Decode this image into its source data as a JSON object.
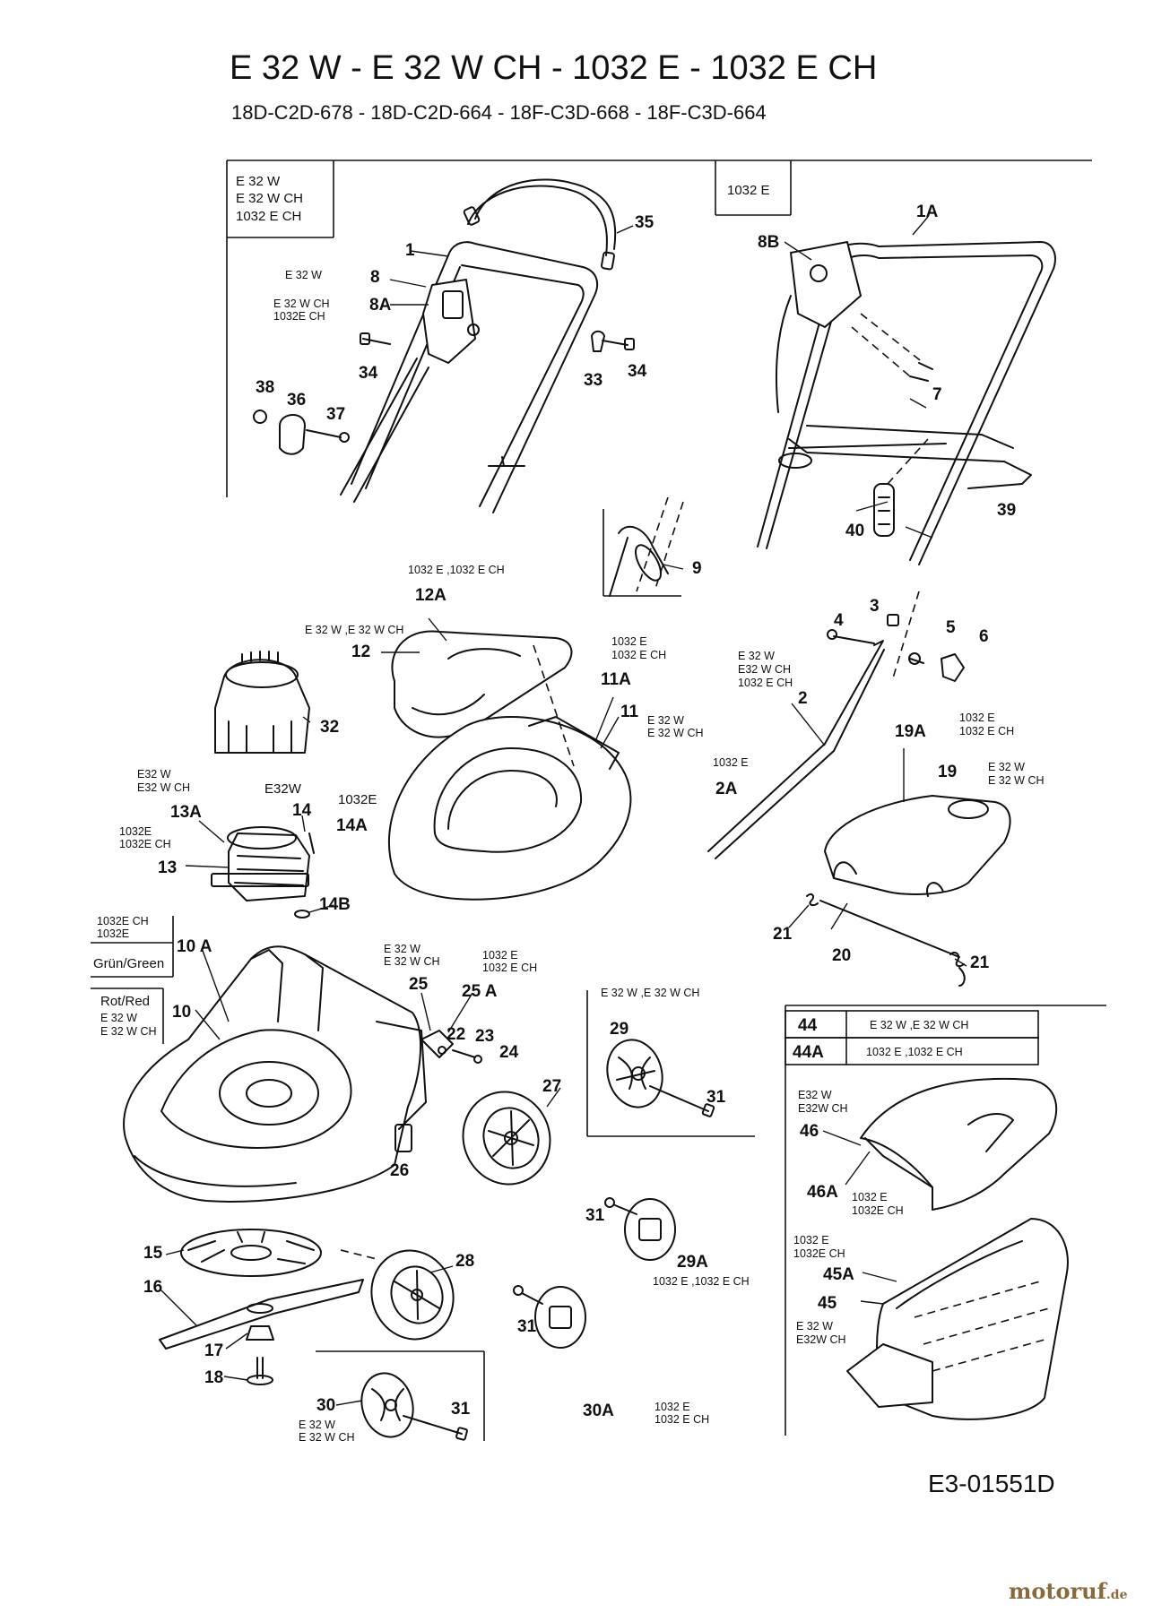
{
  "title": "E 32 W  - E 32 W CH  - 1032 E  - 1032 E CH",
  "subtitle": "18D-C2D-678 - 18D-C2D-664  -  18F-C3D-668  -  18F-C3D-664",
  "drawing_number": "E3-01551D",
  "watermark": {
    "main": "motoruf",
    "suffix": ".de",
    "color": "#8a6a3b"
  },
  "boxes": {
    "top_left": [
      "E 32 W",
      "E 32 W CH",
      "1032  E CH"
    ],
    "top_right": "1032 E",
    "wire_colors": {
      "green": "Grün/Green",
      "red": "Rot/Red"
    },
    "legend": [
      {
        "part": "44",
        "models": "E 32 W  ,E 32 W CH"
      },
      {
        "part": "44A",
        "models": "1032 E  ,1032 E CH"
      }
    ]
  },
  "labels": {
    "p1": "1",
    "p1a": "1A",
    "p2": "2",
    "p2a": "2A",
    "p3": "3",
    "p4": "4",
    "p5": "5",
    "p6": "6",
    "p7": "7",
    "p8": "8",
    "p8a": "8A",
    "p8b": "8B",
    "p9": "9",
    "p10": "10",
    "p10a": "10 A",
    "p11": "11",
    "p11a": "11A",
    "p12": "12",
    "p12a": "12A",
    "p13": "13",
    "p13a": "13A",
    "p14": "14",
    "p14a": "14A",
    "p14b": "14B",
    "p15": "15",
    "p16": "16",
    "p17": "17",
    "p18": "18",
    "p19": "19",
    "p19a": "19A",
    "p20": "20",
    "p21a": "21",
    "p21b": "21",
    "p22": "22",
    "p23": "23",
    "p24": "24",
    "p25": "25",
    "p25a": "25 A",
    "p26": "26",
    "p27": "27",
    "p28": "28",
    "p29": "29",
    "p29a": "29A",
    "p30": "30",
    "p30a": "30A",
    "p31a": "31",
    "p31b": "31",
    "p31c": "31",
    "p31d": "31",
    "p32": "32",
    "p33": "33",
    "p34a": "34",
    "p34b": "34",
    "p35": "35",
    "p36": "36",
    "p37": "37",
    "p38": "38",
    "p39": "39",
    "p40": "40",
    "p45": "45",
    "p45a": "45A",
    "p46": "46",
    "p46a": "46A"
  },
  "model_notes": {
    "n_8": "E 32 W",
    "n_8a_1": "E 32 W CH",
    "n_8a_2": "1032E CH",
    "n_12a": "1032 E  ,1032 E CH",
    "n_12": "E 32 W  ,E 32 W CH",
    "n_11a_1": "1032 E",
    "n_11a_2": "1032 E CH",
    "n_11_1": "E 32 W",
    "n_11_2": "E 32 W CH",
    "n_13_1": "E32 W",
    "n_13_2": "E32 W CH",
    "n_14": "E32W",
    "n_14a": "1032E",
    "n_13a_1": "1032E",
    "n_13a_2": "1032E CH",
    "n_10a_1": "1032E CH",
    "n_10a_2": "1032E",
    "n_10_1": "E 32 W",
    "n_10_2": "E 32 W CH",
    "n_2_1": "E 32 W",
    "n_2_2": "E32 W CH",
    "n_2_3": "1032 E CH",
    "n_2a": "1032 E",
    "n_19a_1": "1032 E",
    "n_19a_2": "1032 E CH",
    "n_19_1": "E 32 W",
    "n_19_2": "E 32 W CH",
    "n_25_1": "E 32 W",
    "n_25_2": "E 32 W CH",
    "n_25a_1": "1032 E",
    "n_25a_2": "1032 E CH",
    "n_29": "E 32 W  ,E 32 W CH",
    "n_29a": "1032 E  ,1032 E CH",
    "n_30_1": "E 32 W",
    "n_30_2": "E 32 W CH",
    "n_30a_1": "1032 E",
    "n_30a_2": "1032 E CH",
    "n_46_1": "E32 W",
    "n_46_2": "E32W CH",
    "n_46a_1": "1032 E",
    "n_46a_2": "1032E CH",
    "n_45a_1": "1032 E",
    "n_45a_2": "1032E CH",
    "n_45_1": "E 32 W",
    "n_45_2": "E32W CH"
  }
}
